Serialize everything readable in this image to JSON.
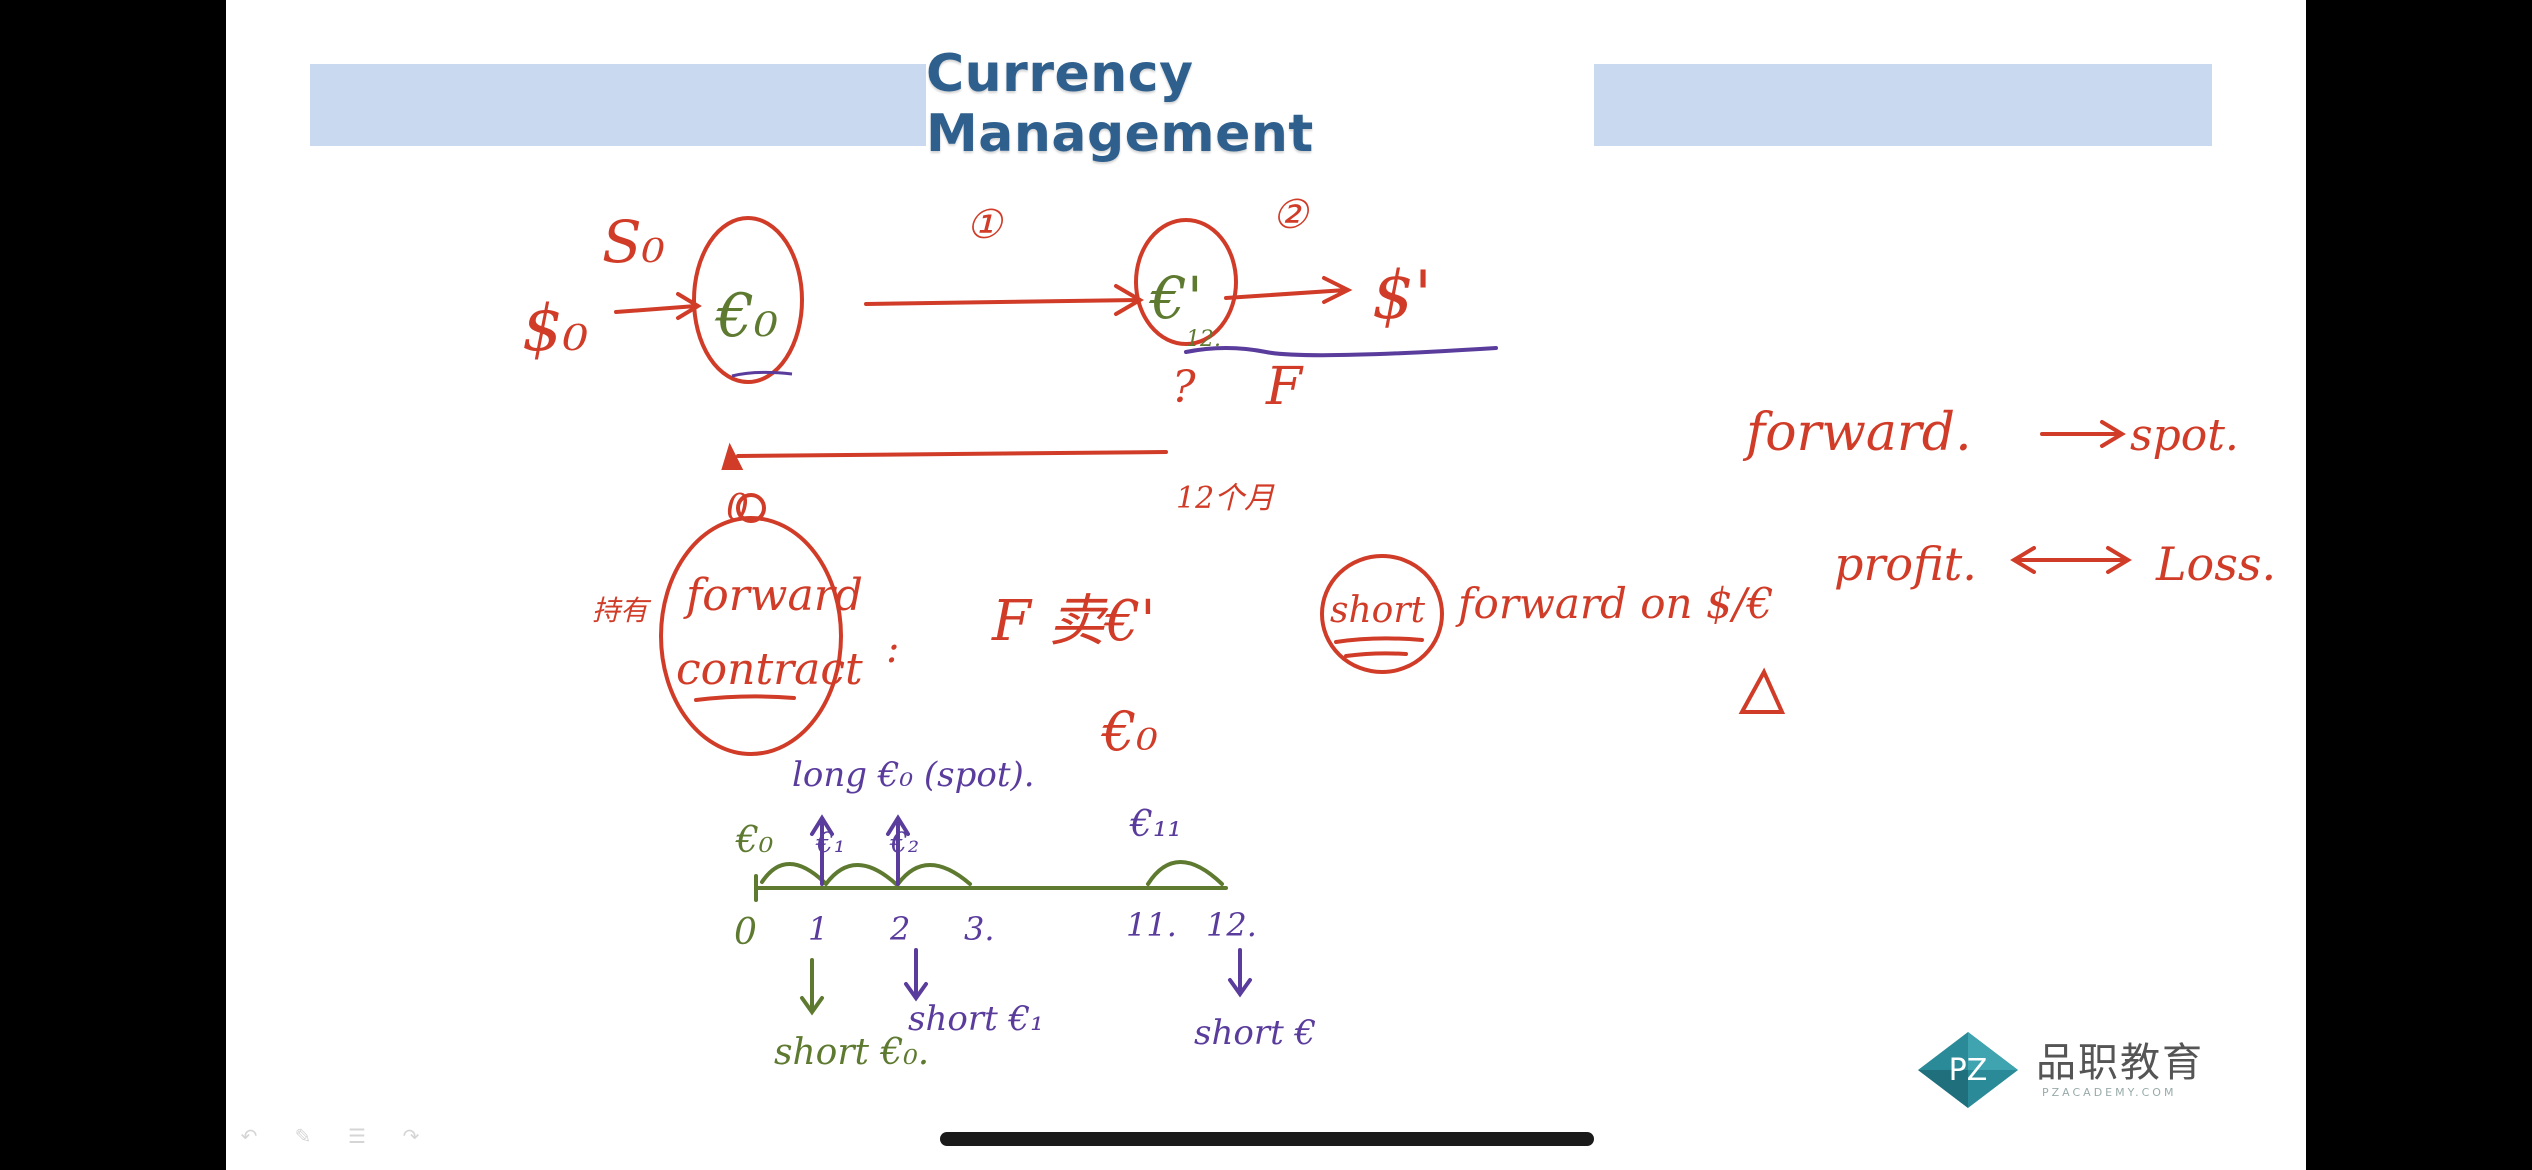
{
  "slide": {
    "title": "Currency Management"
  },
  "handwriting": {
    "top_row": {
      "dollar_zero": "$₀",
      "s_zero": "S₀",
      "euro_zero": "€₀",
      "step_one": "①",
      "step_two": "②",
      "euro_prime": "€'",
      "euro_sub": "12.",
      "dollar_prime": "$'",
      "question": "?",
      "f_label": "F"
    },
    "timeline_top": {
      "start_label": "0",
      "end_label": "12个月"
    },
    "middle_row": {
      "prefix": "持有",
      "forward_word": "forward",
      "contract_word": "contract",
      "colon": ":",
      "f_equation": "F 卖€'",
      "euro_zero_again": "€₀",
      "short_word": "short",
      "short_rest": "forward on $/€",
      "delta": "Δ"
    },
    "right_notes": {
      "forward_spot_left": "forward.",
      "forward_spot_right": "spot.",
      "profit": "profit.",
      "loss": "Loss."
    },
    "lower_timeline": {
      "long_label": "long €₀ (spot).",
      "euro_zero_tick": "€₀",
      "euro_one_tick": "€₁",
      "euro_two_tick": "€₂",
      "euro_eleven_tick": "€₁₁",
      "ticks": [
        "0",
        "1",
        "2",
        "3.",
        "11.",
        "12."
      ],
      "short_zero": "short €₀.",
      "short_one": "short €₁",
      "short_last": "short €"
    }
  },
  "logo": {
    "mark_text": "PZ",
    "name": "品职教育",
    "url": "PZACADEMY.COM"
  },
  "colors": {
    "title_bar": "#c9d9ef",
    "title_text": "#2e5f8d",
    "ink_red": "#d03c28",
    "ink_green": "#5e7a30",
    "ink_purple": "#5a3c9c",
    "logo_teal": "#2a8a98"
  },
  "toolbar_icons": [
    "undo-icon",
    "pen-icon",
    "menu-icon",
    "redo-icon"
  ]
}
